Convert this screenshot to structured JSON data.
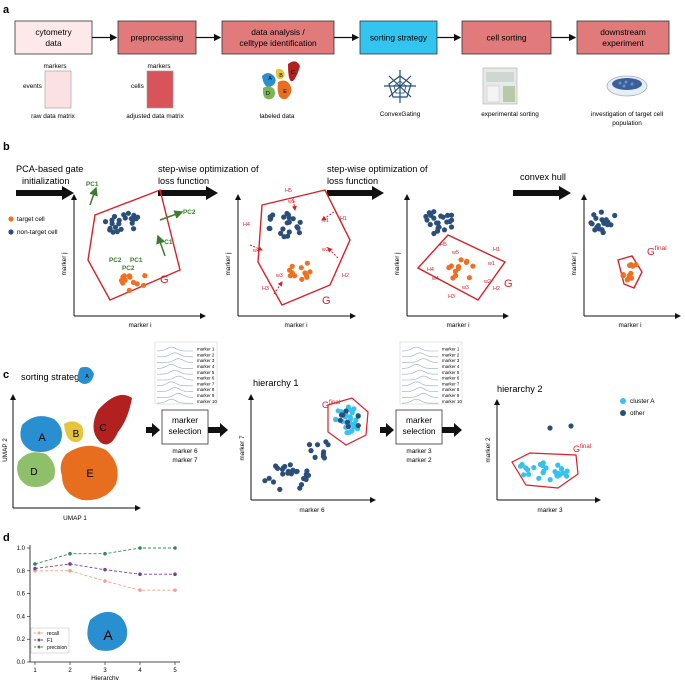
{
  "panels": {
    "a": "a",
    "b": "b",
    "c": "c",
    "d": "d"
  },
  "colors": {
    "box_red": "#e07a7b",
    "box_cyan": "#33c4f0",
    "target": "#f07020",
    "nontarget": "#2b4f7a",
    "gate": "#d9202a",
    "cyan_point": "#36c2ee",
    "green": "#3a7d2c"
  },
  "pipeline": {
    "boxes": [
      {
        "line1": "cytometry",
        "line2": "data",
        "color": "#fde8ea"
      },
      {
        "line1": "preprocessing",
        "line2": "",
        "color": "#e07a7b"
      },
      {
        "line1": "data analysis /",
        "line2": "celltype identification",
        "color": "#e07a7b"
      },
      {
        "line1": "sorting strategy",
        "line2": "",
        "color": "#33c4f0"
      },
      {
        "line1": "cell sorting",
        "line2": "",
        "color": "#e07a7b"
      },
      {
        "line1": "downstream",
        "line2": "experiment",
        "color": "#e07a7b"
      }
    ],
    "raw_matrix": {
      "top": "markers",
      "side": "events",
      "caption": "raw data matrix"
    },
    "adj_matrix": {
      "top": "markers",
      "side": "cells",
      "caption": "adjusted data matrix"
    },
    "labeled_caption": "labeled data",
    "blob_letters": [
      "A",
      "B",
      "C",
      "D",
      "E"
    ],
    "convex_caption": "ConvexGating",
    "sorting_caption": "experimental   sorting",
    "downstream_caption_1": "investigation of target cell",
    "downstream_caption_2": "population"
  },
  "panel_b": {
    "step1_title_1": "PCA-based gate",
    "step1_title_2": "initialization",
    "step2_title_1": "step-wise optimization of",
    "step2_title_2": "loss function",
    "step3_title_1": "step-wise optimization of",
    "step3_title_2": "loss function",
    "step4_title": "convex hull",
    "legend_target": "target cell",
    "legend_nontarget": "non-target cell",
    "xlabel": "marker i",
    "ylabel": "marker j",
    "pc1": "PC1",
    "pc2": "PC2",
    "gate": "G",
    "gfinal_base": "G",
    "gfinal_sup": "final",
    "h_labels": [
      "H1",
      "H2",
      "H3",
      "H4",
      "H5"
    ],
    "w_labels": [
      "w1",
      "w2",
      "w3",
      "w4",
      "w5"
    ]
  },
  "panel_c": {
    "title": "sorting strategy",
    "umap_x": "UMAP 1",
    "umap_y": "UMAP 2",
    "blob_letters": [
      "A",
      "B",
      "C",
      "D",
      "E"
    ],
    "hier1": "hierarchy 1",
    "hier2": "hierarchy 2",
    "marker_selection_1": "marker",
    "marker_selection_2": "selection",
    "sel1_a": "marker 6",
    "sel1_b": "marker 7",
    "sel2_a": "marker 3",
    "sel2_b": "marker 2",
    "h1_xlabel": "marker 6",
    "h1_ylabel": "marker 7",
    "h2_xlabel": "marker 3",
    "h2_ylabel": "marker 2",
    "legend_a": "cluster A",
    "legend_other": "other",
    "marker_list": [
      "marker 1",
      "marker 2",
      "marker 3",
      "marker 4",
      "marker 5",
      "marker 6",
      "marker 7",
      "marker 8",
      "marker 9",
      "marker 10"
    ]
  },
  "chart_data": {
    "type": "line",
    "x": [
      1,
      2,
      3,
      4,
      5
    ],
    "xlabel": "Hierarchy",
    "ylabel": "",
    "ylim": [
      0,
      1.0
    ],
    "yticks": [
      "0.0",
      "0.2",
      "0.4",
      "0.6",
      "0.8",
      "1.0"
    ],
    "xticks": [
      "1",
      "2",
      "3",
      "4",
      "5"
    ],
    "series": [
      {
        "name": "recall",
        "values": [
          0.8,
          0.8,
          0.71,
          0.63,
          0.63
        ],
        "color": "#f4a08a"
      },
      {
        "name": "F1",
        "values": [
          0.82,
          0.86,
          0.81,
          0.77,
          0.77
        ],
        "color": "#7b3f98"
      },
      {
        "name": "precision",
        "values": [
          0.86,
          0.95,
          0.95,
          1.0,
          1.0
        ],
        "color": "#2e8b57"
      }
    ],
    "inset_letter": "A"
  }
}
